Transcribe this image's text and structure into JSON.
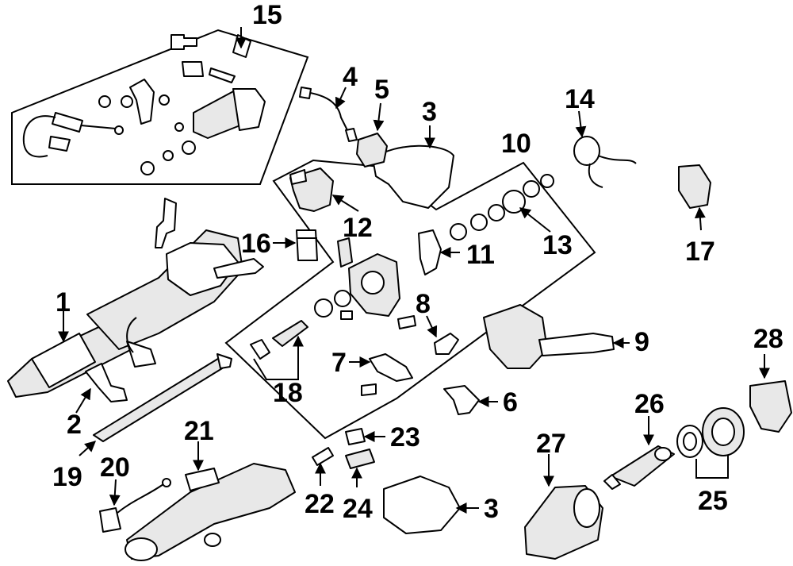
{
  "diagram": {
    "callouts": [
      "1",
      "2",
      "3",
      "3",
      "4",
      "5",
      "6",
      "7",
      "8",
      "9",
      "10",
      "11",
      "12",
      "13",
      "14",
      "15",
      "16",
      "17",
      "18",
      "19",
      "20",
      "21",
      "22",
      "23",
      "24",
      "25",
      "26",
      "27",
      "28"
    ]
  }
}
